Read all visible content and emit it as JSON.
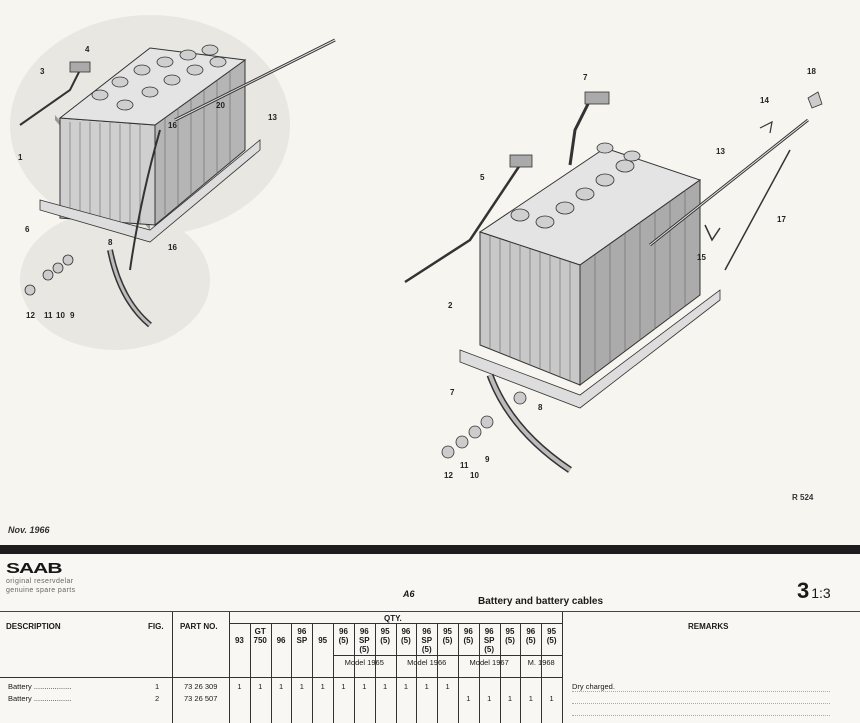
{
  "illustration": {
    "left_callouts": [
      "1",
      "3",
      "4",
      "6",
      "8",
      "9",
      "10",
      "11",
      "12",
      "13",
      "16",
      "16",
      "20"
    ],
    "right_callouts": [
      "2",
      "5",
      "7",
      "7",
      "8",
      "9",
      "10",
      "11",
      "12",
      "13",
      "14",
      "15",
      "17",
      "18"
    ],
    "date": "Nov. 1966",
    "reference": "R 524"
  },
  "header": {
    "brand": "SAAB",
    "brand_sub_1": "original reservdelar",
    "brand_sub_2": "genuine spare parts",
    "section_code": "A6",
    "title": "Battery and battery cables",
    "page_main": "3",
    "page_sub": "1:3"
  },
  "table": {
    "col_description": "DESCRIPTION",
    "col_fig": "FIG.",
    "col_part_no": "PART NO.",
    "col_qty": "QTY.",
    "col_remarks": "REMARKS",
    "qty_columns": [
      {
        "l1": "",
        "l2": "93"
      },
      {
        "l1": "GT",
        "l2": "750"
      },
      {
        "l1": "",
        "l2": "96"
      },
      {
        "l1": "96",
        "l2": "SP"
      },
      {
        "l1": "",
        "l2": "95"
      },
      {
        "l1": "96",
        "l2": "(5)"
      },
      {
        "l1": "96",
        "l2": "SP",
        "l3": "(5)"
      },
      {
        "l1": "95",
        "l2": "(5)"
      },
      {
        "l1": "96",
        "l2": "(5)"
      },
      {
        "l1": "96",
        "l2": "SP",
        "l3": "(5)"
      },
      {
        "l1": "95",
        "l2": "(5)"
      },
      {
        "l1": "96",
        "l2": "(5)"
      },
      {
        "l1": "96",
        "l2": "SP",
        "l3": "(5)"
      },
      {
        "l1": "95",
        "l2": "(5)"
      },
      {
        "l1": "96",
        "l2": "(5)"
      },
      {
        "l1": "95",
        "l2": "(5)"
      }
    ],
    "model_groups": [
      "Model 1965",
      "Model 1966",
      "Model 1967",
      "M. 1968"
    ],
    "rows": [
      {
        "description": "Battery ..................",
        "fig": "1",
        "part_no": "73 26 309",
        "qty": [
          "1",
          "1",
          "1",
          "1",
          "1",
          "1",
          "1",
          "1",
          "1",
          "1",
          "1",
          "",
          "",
          "",
          "",
          ""
        ],
        "remark": "Dry charged."
      },
      {
        "description": "Battery ..................",
        "fig": "2",
        "part_no": "73 26 507",
        "qty": [
          "",
          "",
          "",
          "",
          "",
          "",
          "",
          "",
          "",
          "",
          "",
          "1",
          "1",
          "1",
          "1",
          "1"
        ],
        "remark": ""
      }
    ]
  }
}
